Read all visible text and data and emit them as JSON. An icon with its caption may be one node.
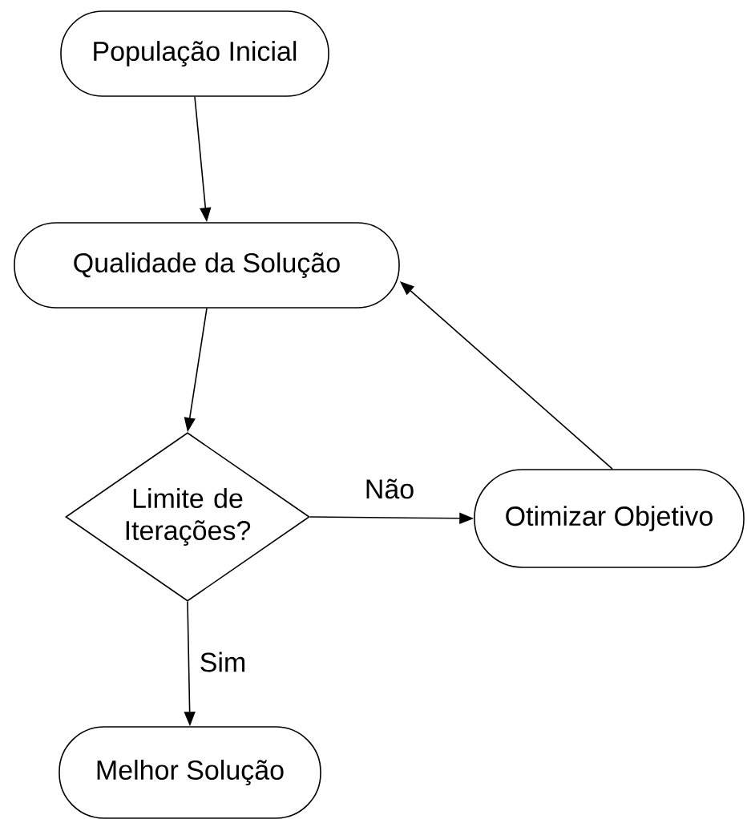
{
  "diagram": {
    "nodes": [
      {
        "text": [
          "População Inicial"
        ]
      },
      {
        "text": [
          "Qualidade da Solução"
        ]
      },
      {
        "text": [
          "Limite de Iterações?"
        ]
      },
      {
        "text": [
          "Otimizar Objetivo"
        ]
      },
      {
        "text": [
          "Melhor Solução"
        ]
      }
    ],
    "edges": [
      {
        "from": 0,
        "to": 1,
        "arrow": "to"
      },
      {
        "from": 1,
        "to": 2,
        "arrow": "to"
      },
      {
        "from": 2,
        "to": 3,
        "arrow": "to",
        "label": "Não"
      },
      {
        "from": 2,
        "to": 4,
        "arrow": "to",
        "label": "Sim"
      },
      {
        "from": 3,
        "to": 1,
        "arrow": "to"
      }
    ]
  }
}
